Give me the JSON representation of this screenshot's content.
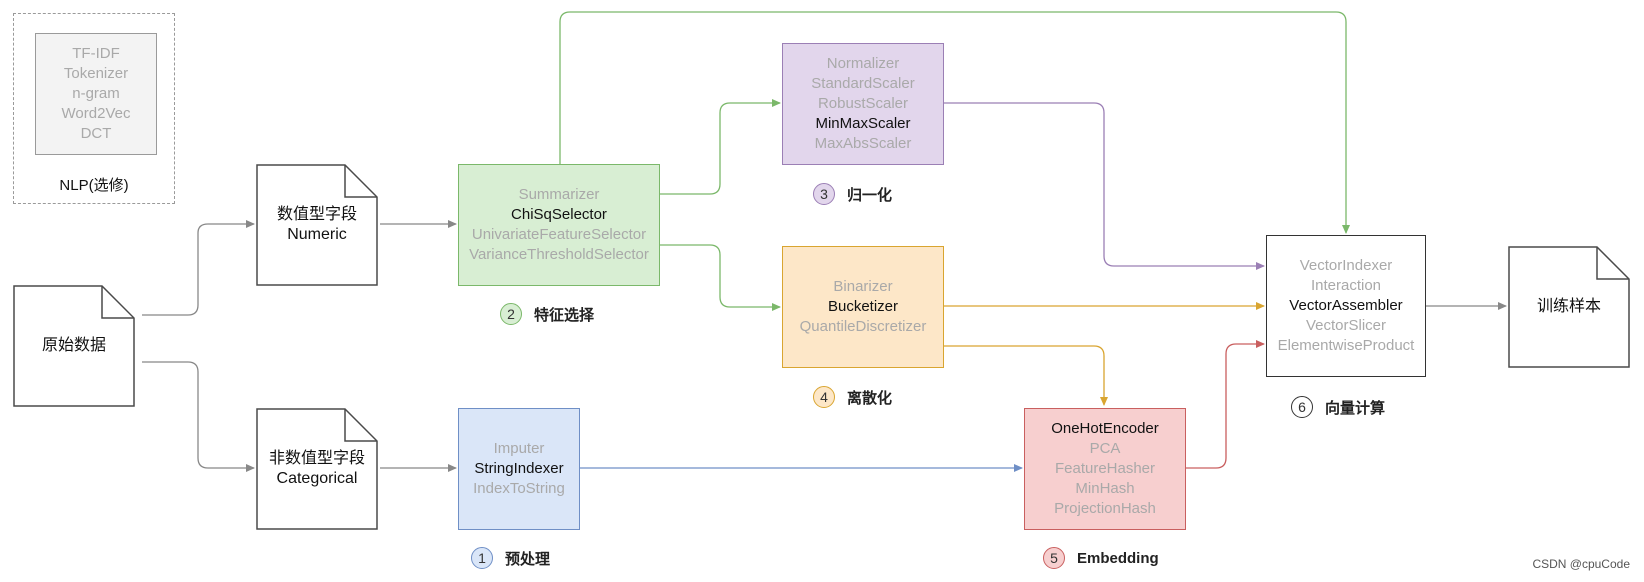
{
  "nlp": {
    "items": [
      "TF-IDF",
      "Tokenizer",
      "n-gram",
      "Word2Vec",
      "DCT"
    ],
    "caption": "NLP(选修)"
  },
  "raw_data": {
    "label": "原始数据"
  },
  "numeric_doc": {
    "line1": "数值型字段",
    "line2": "Numeric"
  },
  "categorical_doc": {
    "line1": "非数值型字段",
    "line2": "Categorical"
  },
  "samples_doc": {
    "label": "训练样本"
  },
  "feature_selection": {
    "items": [
      {
        "text": "Summarizer",
        "active": false
      },
      {
        "text": "ChiSqSelector",
        "active": true
      },
      {
        "text": "UnivariateFeatureSelector",
        "active": false
      },
      {
        "text": "VarianceThresholdSelector",
        "active": false
      }
    ],
    "num": "2",
    "title": "特征选择",
    "color": "#7bb86a",
    "fill": "#d8eed3"
  },
  "normalization": {
    "items": [
      {
        "text": "Normalizer",
        "active": false
      },
      {
        "text": "StandardScaler",
        "active": false
      },
      {
        "text": "RobustScaler",
        "active": false
      },
      {
        "text": "MinMaxScaler",
        "active": true
      },
      {
        "text": "MaxAbsScaler",
        "active": false
      }
    ],
    "num": "3",
    "title": "归一化",
    "color": "#9b7fb5",
    "fill": "#e2d6ec"
  },
  "discretization": {
    "items": [
      {
        "text": "Binarizer",
        "active": false
      },
      {
        "text": "Bucketizer",
        "active": true
      },
      {
        "text": "QuantileDiscretizer",
        "active": false
      }
    ],
    "num": "4",
    "title": "离散化",
    "color": "#d9a530",
    "fill": "#fde7c8"
  },
  "preprocessing": {
    "items": [
      {
        "text": "Imputer",
        "active": false
      },
      {
        "text": "StringIndexer",
        "active": true
      },
      {
        "text": "IndexToString",
        "active": false
      }
    ],
    "num": "1",
    "title": "预处理",
    "color": "#6f8fc6",
    "fill": "#dae6f8"
  },
  "embedding": {
    "items": [
      {
        "text": "OneHotEncoder",
        "active": true
      },
      {
        "text": "PCA",
        "active": false
      },
      {
        "text": "FeatureHasher",
        "active": false
      },
      {
        "text": "MinHash",
        "active": false
      },
      {
        "text": "ProjectionHash",
        "active": false
      }
    ],
    "num": "5",
    "title": "Embedding",
    "color": "#c95f5f",
    "fill": "#f7cfcf"
  },
  "vector_calc": {
    "items": [
      {
        "text": "VectorIndexer",
        "active": false
      },
      {
        "text": "Interaction",
        "active": false
      },
      {
        "text": "VectorAssembler",
        "active": true
      },
      {
        "text": "VectorSlicer",
        "active": false
      },
      {
        "text": "ElementwiseProduct",
        "active": false
      }
    ],
    "num": "6",
    "title": "向量计算",
    "color": "#333333",
    "fill": "#ffffff"
  },
  "credit": "CSDN @cpuCode"
}
